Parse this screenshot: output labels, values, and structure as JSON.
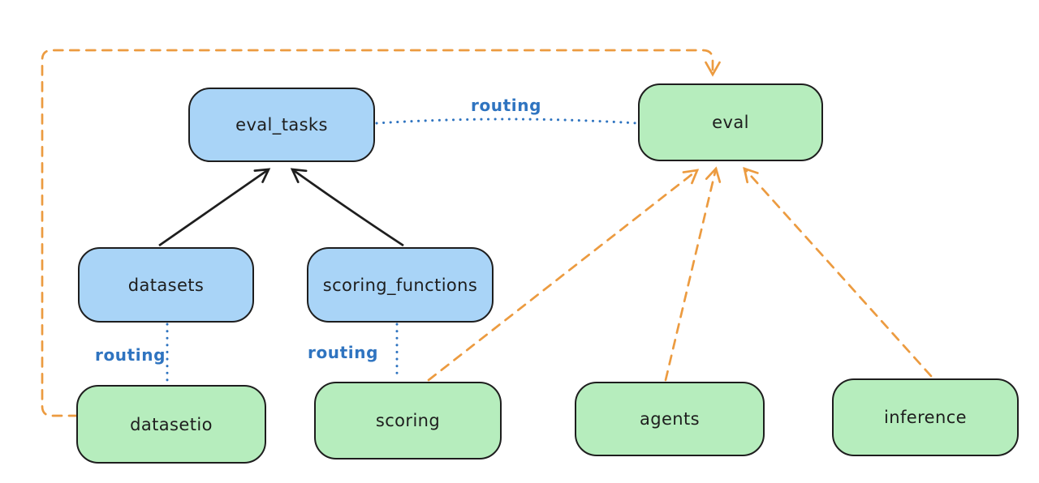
{
  "diagram": {
    "nodes": {
      "eval_tasks": {
        "label": "eval_tasks",
        "fill": "blue"
      },
      "eval": {
        "label": "eval",
        "fill": "green"
      },
      "datasets": {
        "label": "datasets",
        "fill": "blue"
      },
      "scoring_functions": {
        "label": "scoring_functions",
        "fill": "blue"
      },
      "datasetio": {
        "label": "datasetio",
        "fill": "green"
      },
      "scoring": {
        "label": "scoring",
        "fill": "green"
      },
      "agents": {
        "label": "agents",
        "fill": "green"
      },
      "inference": {
        "label": "inference",
        "fill": "green"
      }
    },
    "edge_labels": {
      "routing_top": "routing",
      "routing_datasets": "routing",
      "routing_scoring": "routing"
    },
    "edges": [
      {
        "from": "datasets",
        "to": "eval_tasks",
        "style": "solid-black-arrow"
      },
      {
        "from": "scoring_functions",
        "to": "eval_tasks",
        "style": "solid-black-arrow"
      },
      {
        "from": "eval_tasks",
        "to": "eval",
        "style": "dotted-blue",
        "label": "routing"
      },
      {
        "from": "datasets",
        "to": "datasetio",
        "style": "dotted-blue",
        "label": "routing"
      },
      {
        "from": "scoring_functions",
        "to": "scoring",
        "style": "dotted-blue",
        "label": "routing"
      },
      {
        "from": "datasetio",
        "to": "eval",
        "style": "dashed-orange-arrow"
      },
      {
        "from": "scoring",
        "to": "eval",
        "style": "dashed-orange-arrow"
      },
      {
        "from": "agents",
        "to": "eval",
        "style": "dashed-orange-arrow"
      },
      {
        "from": "inference",
        "to": "eval",
        "style": "dashed-orange-arrow"
      }
    ],
    "colors": {
      "blue_node_fill": "#a9d4f7",
      "green_node_fill": "#b6edbd",
      "node_border": "#1e1e1e",
      "routing_blue": "#2f74c0",
      "provider_orange": "#ec9b40",
      "arrow_black": "#1e1e1e",
      "background": "#ffffff"
    }
  }
}
